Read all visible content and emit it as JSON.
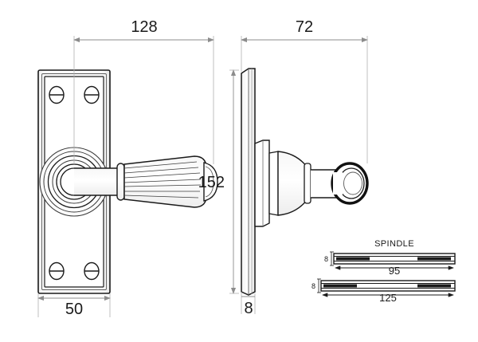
{
  "drawing": {
    "title": "Door handle lever on backplate technical drawing",
    "background_color": "#ffffff",
    "line_color": "#1a1a1a",
    "dimension_line_color": "#8c8c8c",
    "fill_color": "#ffffff"
  },
  "views": {
    "front": {
      "name": "front-elevation",
      "description": "Backplate with reeded lever handle, four screw holes and circular rose"
    },
    "side": {
      "name": "side-elevation",
      "description": "Side profile of backplate with lever projecting right"
    },
    "spindle": {
      "name": "spindle-detail",
      "label": "SPINDLE"
    }
  },
  "dimensions": {
    "lever_projection": "128",
    "plate_height": "152",
    "plate_width": "50",
    "side_projection": "72",
    "plate_thickness": "8",
    "spindle_short_length": "95",
    "spindle_long_length": "125",
    "spindle_short_size": "8",
    "spindle_long_size": "8"
  }
}
